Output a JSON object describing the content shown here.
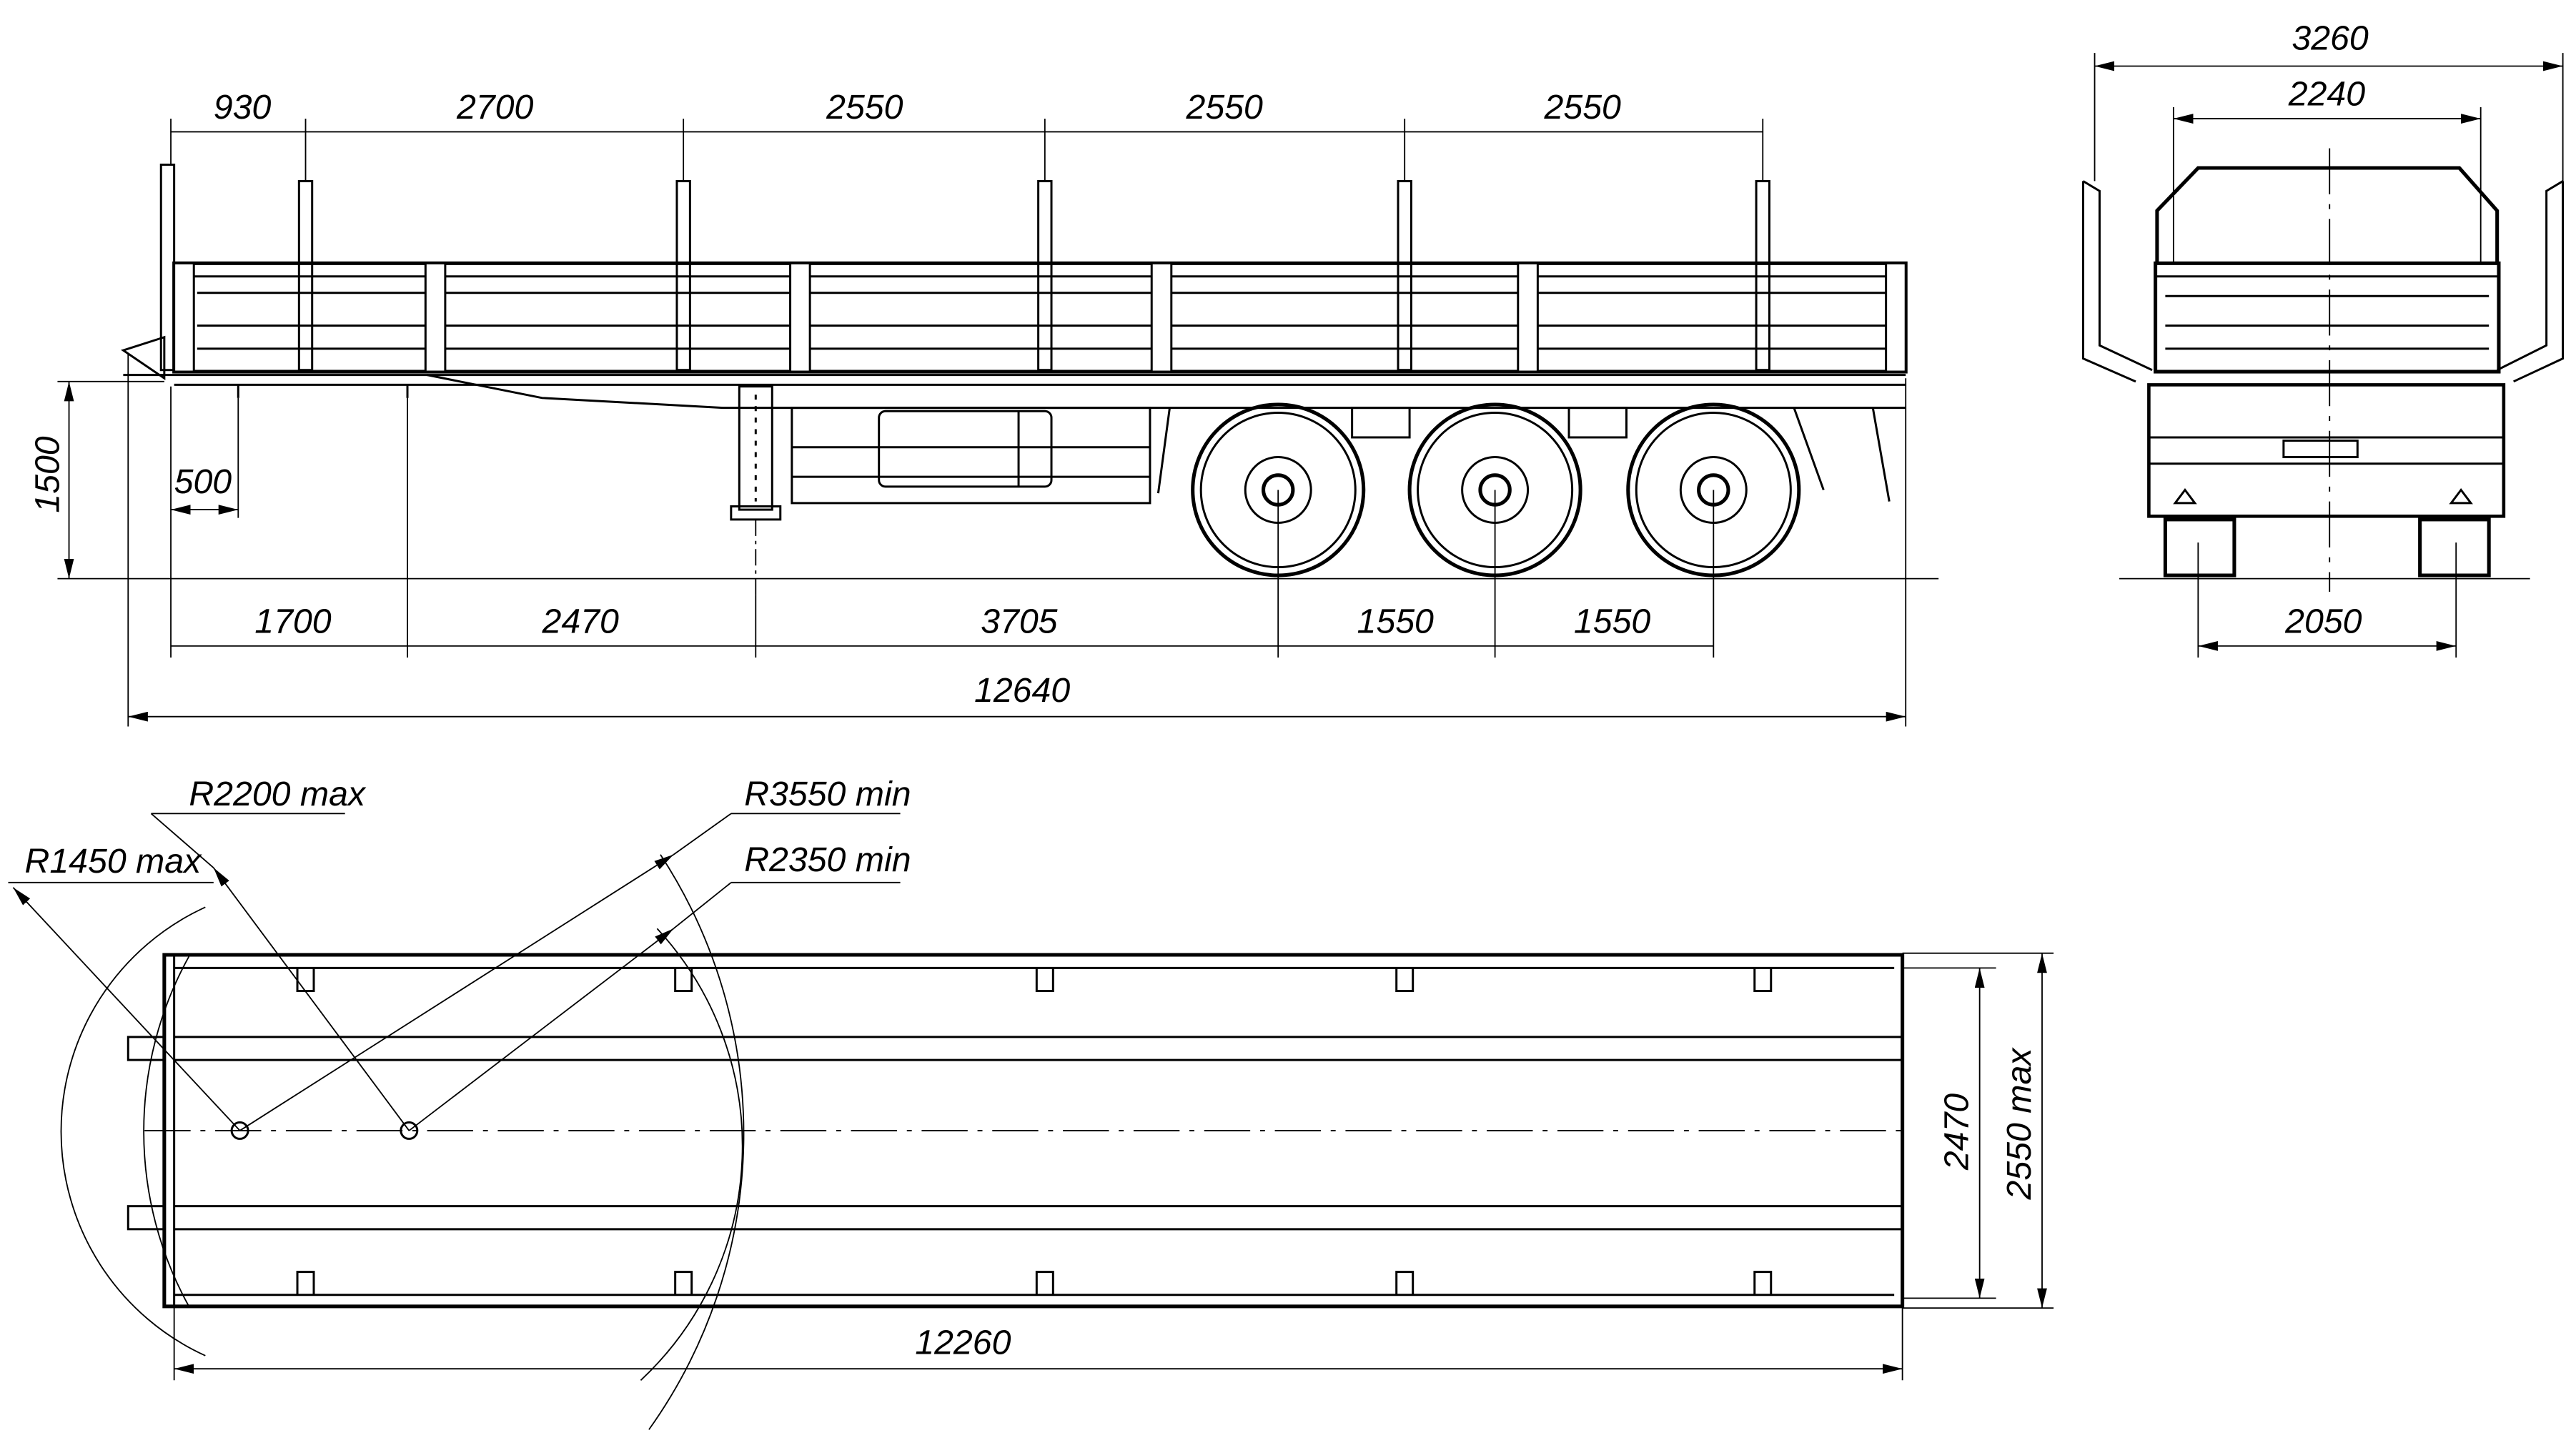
{
  "side_view": {
    "top_dims": [
      "930",
      "2700",
      "2550",
      "2550",
      "2550"
    ],
    "bottom_dims": [
      "1700",
      "2470",
      "3705",
      "1550",
      "1550"
    ],
    "overall_length": "12640",
    "height_dim": "1500",
    "offset_dim": "500"
  },
  "rear_view": {
    "overall_width": "3260",
    "body_width": "2240",
    "track_width": "2050"
  },
  "plan_view": {
    "length": "12260",
    "inner_width": "2470",
    "outer_width": "2550 max",
    "radii": {
      "r1": "R1450 max",
      "r2": "R2200 max",
      "r3": "R3550 min",
      "r4": "R2350 min"
    }
  }
}
